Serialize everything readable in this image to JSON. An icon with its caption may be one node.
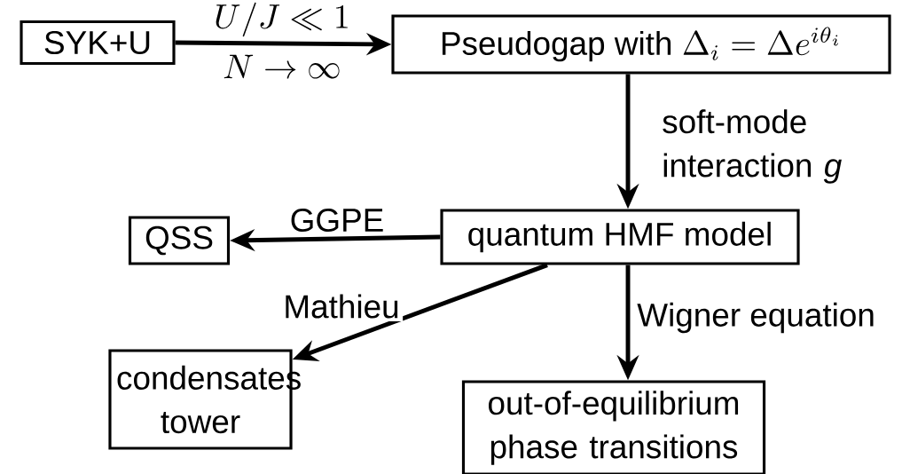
{
  "diagram": {
    "nodes": [
      {
        "text": [
          "SYK+U"
        ]
      },
      {
        "text": [
          "\\text{Pseudogap with } \\Delta_i = \\Delta e^{i\\theta_i}"
        ]
      },
      {
        "text": [
          "quantum HMF model"
        ]
      },
      {
        "text": [
          "QSS"
        ]
      },
      {
        "text": [
          "condensates tower"
        ]
      },
      {
        "text": [
          "out-of-equilibrium phase transitions"
        ]
      }
    ],
    "edges": [
      {
        "from": 0,
        "to": 1,
        "arrow": "to",
        "label": "U/J \\ll 1"
      },
      {
        "from": 1,
        "to": 2,
        "arrow": "to",
        "label": "soft-mode interaction *g*"
      },
      {
        "from": 2,
        "to": 3,
        "arrow": "to",
        "label": "GGPE"
      },
      {
        "from": 2,
        "to": 4,
        "arrow": "to",
        "label": "Mathieu"
      },
      {
        "from": 2,
        "to": 5,
        "arrow": "to",
        "label": "Wigner equation"
      }
    ],
    "labels": [
      "N \\to \\infty"
    ]
  }
}
